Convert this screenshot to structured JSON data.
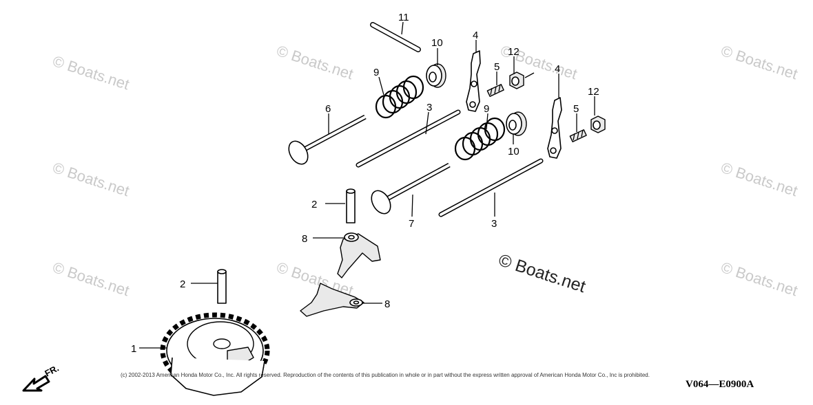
{
  "diagram": {
    "callouts": [
      "11",
      "10",
      "4",
      "12",
      "5",
      "9",
      "4",
      "12",
      "6",
      "3",
      "9",
      "5",
      "10",
      "2",
      "7",
      "3",
      "8",
      "2",
      "8",
      "1"
    ],
    "watermarks": [
      "© Boats.net",
      "© Boats.net",
      "© Boats.net",
      "© Boats.net",
      "© Boats.net",
      "© Boats.net",
      "© Boats.net",
      "© Boats.net",
      "© Boats.net"
    ],
    "center_watermark": "© Boats.net",
    "copyright": "(c) 2002-2013 American Honda Motor Co., Inc. All rights reserved. Reproduction of the contents of this publication in whole or in part without the express written approval of American Honda Motor Co., Inc is prohibited.",
    "diagram_code": "V064—E0900A",
    "direction_label": "FR."
  }
}
